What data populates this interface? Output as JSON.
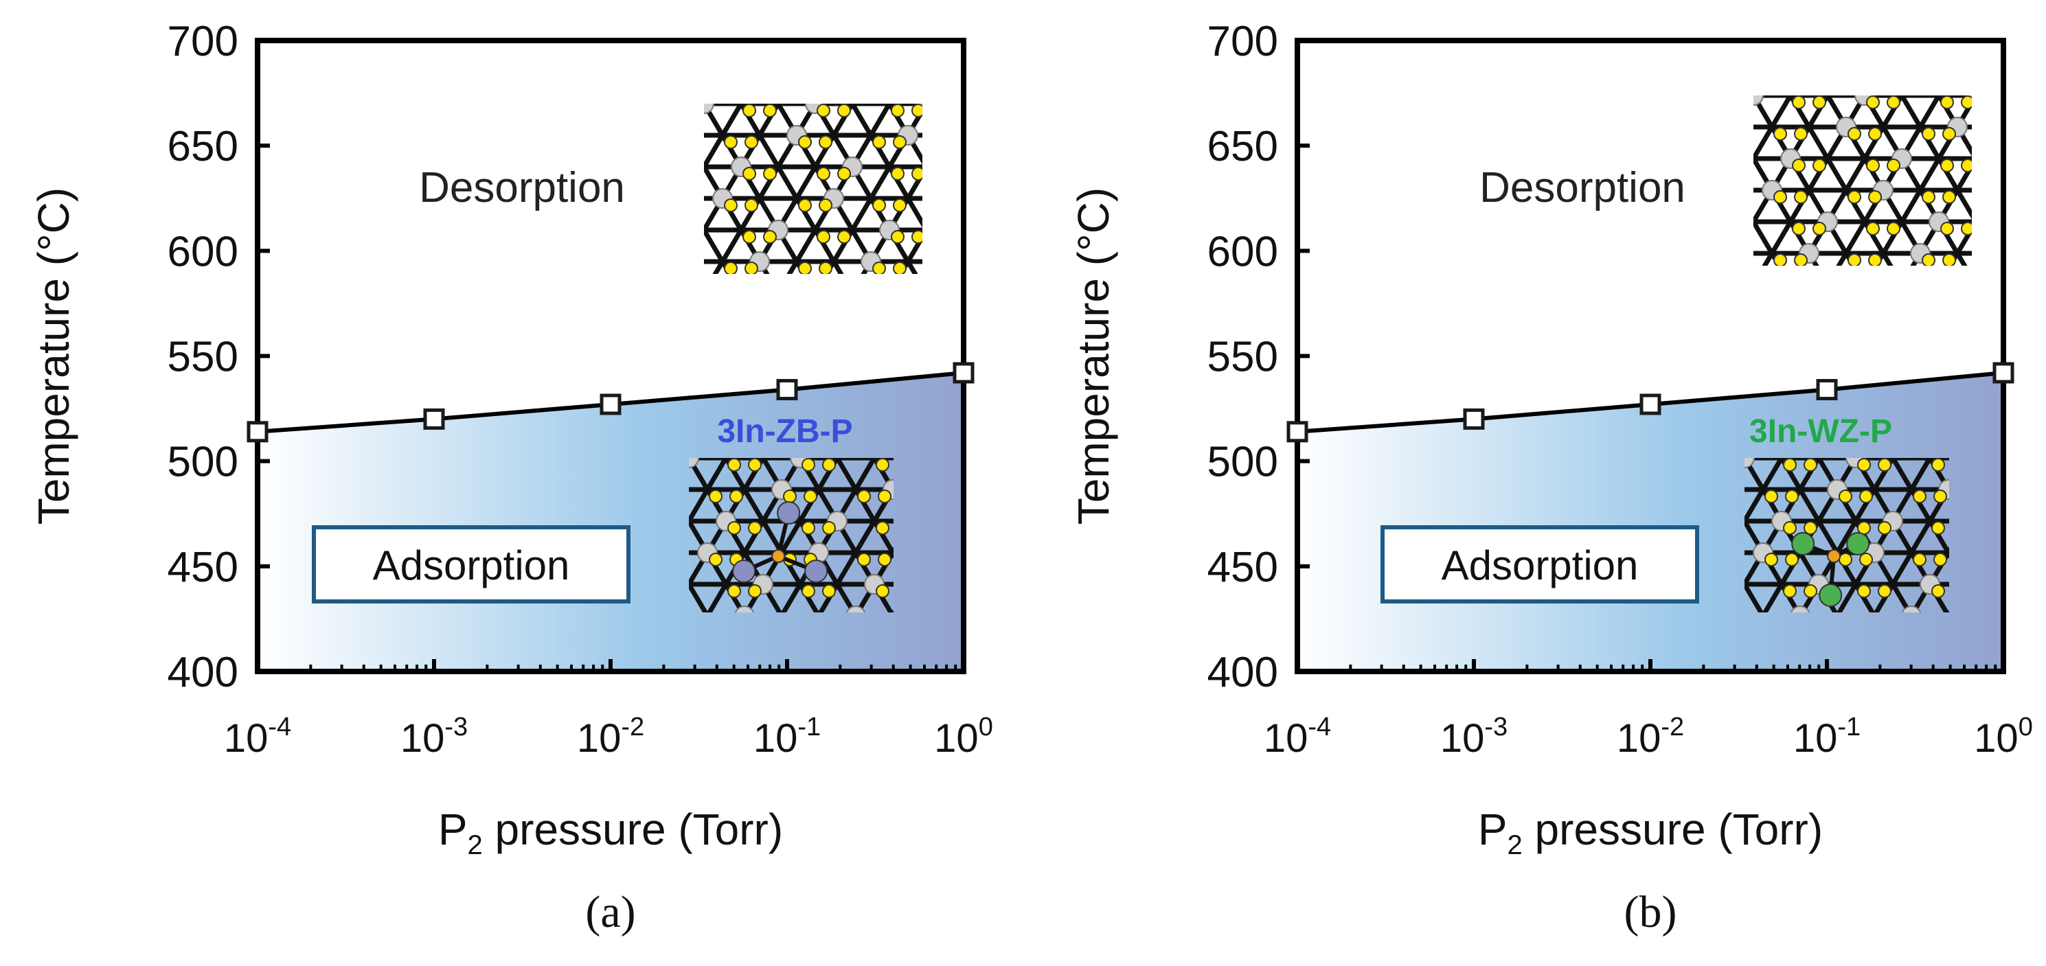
{
  "colors": {
    "axis": "#000000",
    "fill_light": "#ffffff",
    "fill_mid": "#9cc9ea",
    "fill_dark": "#93a3cf",
    "box_border": "#1e5a86",
    "label_zb": "#3a4fd8",
    "label_wz": "#22a84a",
    "atom_yellow": "#ffe600",
    "atom_gray": "#cfcfcf",
    "atom_blue": "#8a8fc4",
    "atom_green": "#4caf50",
    "atom_orange": "#f0a020",
    "marker_fill": "#ffffff"
  },
  "chart_data": [
    {
      "type": "line",
      "panel_label": "(a)",
      "xlabel_main": "P",
      "xlabel_sub": "2",
      "xlabel_rest": " pressure (Torr)",
      "ylabel": "Temperature (°C)",
      "x_scale": "log",
      "xlim": [
        0.0001,
        1
      ],
      "ylim": [
        400,
        700
      ],
      "x_ticks": [
        {
          "base": "10",
          "exp": "-4",
          "value": 0.0001
        },
        {
          "base": "10",
          "exp": "-3",
          "value": 0.001
        },
        {
          "base": "10",
          "exp": "-2",
          "value": 0.01
        },
        {
          "base": "10",
          "exp": "-1",
          "value": 0.1
        },
        {
          "base": "10",
          "exp": "0",
          "value": 1
        }
      ],
      "y_ticks": [
        "400",
        "450",
        "500",
        "550",
        "600",
        "650",
        "700"
      ],
      "series": [
        {
          "x": [
            0.0001,
            0.001,
            0.01,
            0.1,
            1
          ],
          "y": [
            514,
            520,
            527,
            534,
            542
          ]
        }
      ],
      "regions": {
        "upper": "Desorption",
        "lower": "Adsorption"
      },
      "structure_label": "3In-ZB-P",
      "structure_kind": "zb",
      "grid": false,
      "legend": "none"
    },
    {
      "type": "line",
      "panel_label": "(b)",
      "xlabel_main": "P",
      "xlabel_sub": "2",
      "xlabel_rest": " pressure (Torr)",
      "ylabel": "Temperature (°C)",
      "x_scale": "log",
      "xlim": [
        0.0001,
        1
      ],
      "ylim": [
        400,
        700
      ],
      "x_ticks": [
        {
          "base": "10",
          "exp": "-4",
          "value": 0.0001
        },
        {
          "base": "10",
          "exp": "-3",
          "value": 0.001
        },
        {
          "base": "10",
          "exp": "-2",
          "value": 0.01
        },
        {
          "base": "10",
          "exp": "-1",
          "value": 0.1
        },
        {
          "base": "10",
          "exp": "0",
          "value": 1
        }
      ],
      "y_ticks": [
        "400",
        "450",
        "500",
        "550",
        "600",
        "650",
        "700"
      ],
      "series": [
        {
          "x": [
            0.0001,
            0.001,
            0.01,
            0.1,
            1
          ],
          "y": [
            514,
            520,
            527,
            534,
            542
          ]
        }
      ],
      "regions": {
        "upper": "Desorption",
        "lower": "Adsorption"
      },
      "structure_label": "3In-WZ-P",
      "structure_kind": "wz",
      "grid": false,
      "legend": "none"
    }
  ]
}
